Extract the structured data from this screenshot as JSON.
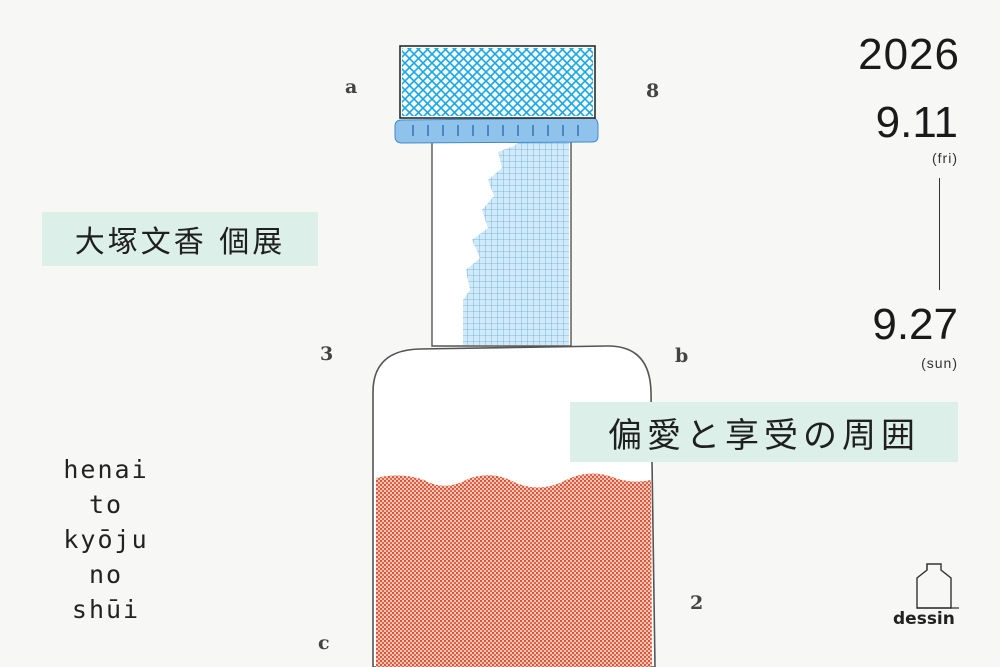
{
  "exhibition": {
    "artist_title": "大塚文香 個展",
    "title_ja": "偏愛と享受の周囲",
    "title_romaji": [
      "henai",
      "to",
      "kyōju",
      "no",
      "shūi"
    ]
  },
  "dates": {
    "year": "2026",
    "start": "9.11",
    "start_day": "(fri)",
    "end": "9.27",
    "end_day": "(sun)"
  },
  "markers": {
    "a": "a",
    "eight": "8",
    "three": "3",
    "b": "b",
    "two": "2",
    "c": "c"
  },
  "venue": {
    "logo": "dessin"
  },
  "colors": {
    "background": "#f7f7f6",
    "cap_blue": "#1aa7e6",
    "grid_blue": "#5aaee0",
    "liquid_red": "#e04a2a",
    "label_mint": "#dcefe9"
  }
}
